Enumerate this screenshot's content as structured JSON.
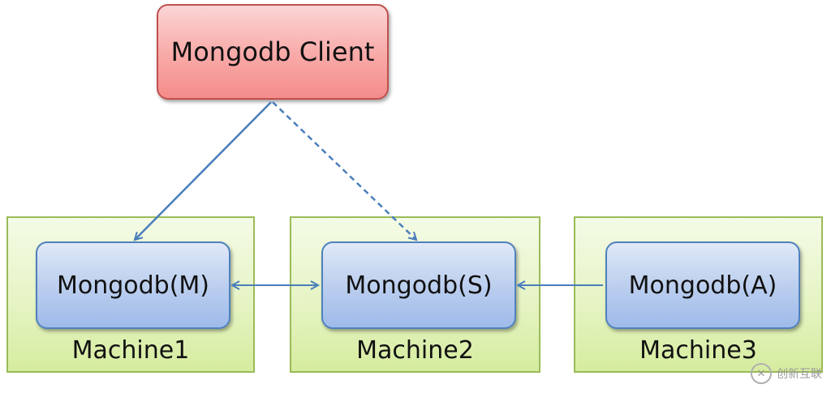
{
  "client": {
    "label": "Mongodb Client"
  },
  "machines": [
    {
      "label": "Machine1",
      "node": "Mongodb(M)"
    },
    {
      "label": "Machine2",
      "node": "Mongodb(S)"
    },
    {
      "label": "Machine3",
      "node": "Mongodb(A)"
    }
  ],
  "colors": {
    "client_border": "#c0504d",
    "machine_border": "#9bbb59",
    "node_border": "#4f81bd",
    "arrow": "#4a7ebb"
  },
  "watermark": {
    "text": "创新互联"
  }
}
